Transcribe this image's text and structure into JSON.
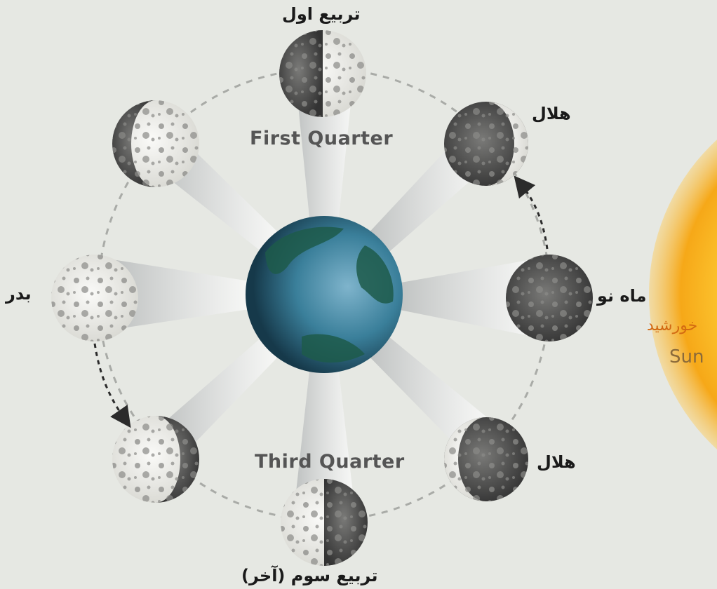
{
  "labels": {
    "first_quarter_en": "First Quarter",
    "third_quarter_en": "Third Quarter",
    "first_quarter_fa": "تربیع اول",
    "crescent_waxing_fa": "هلال",
    "new_moon_fa": "ماه نو",
    "full_moon_fa": "بدر",
    "crescent_waning_fa": "هلال",
    "third_quarter_fa": "تربیع سوم (آخر)",
    "sun_fa": "خورشید",
    "sun_en": "Sun"
  },
  "colors": {
    "background": "#e6e8e3",
    "sun_core": "#ffd23a",
    "sun_edge": "#f3a012",
    "earth_ocean": "#2f6f8c",
    "earth_land": "#1d5a4a",
    "moon_light": "#f1f1ee",
    "moon_dark": "#2c2c2c"
  }
}
